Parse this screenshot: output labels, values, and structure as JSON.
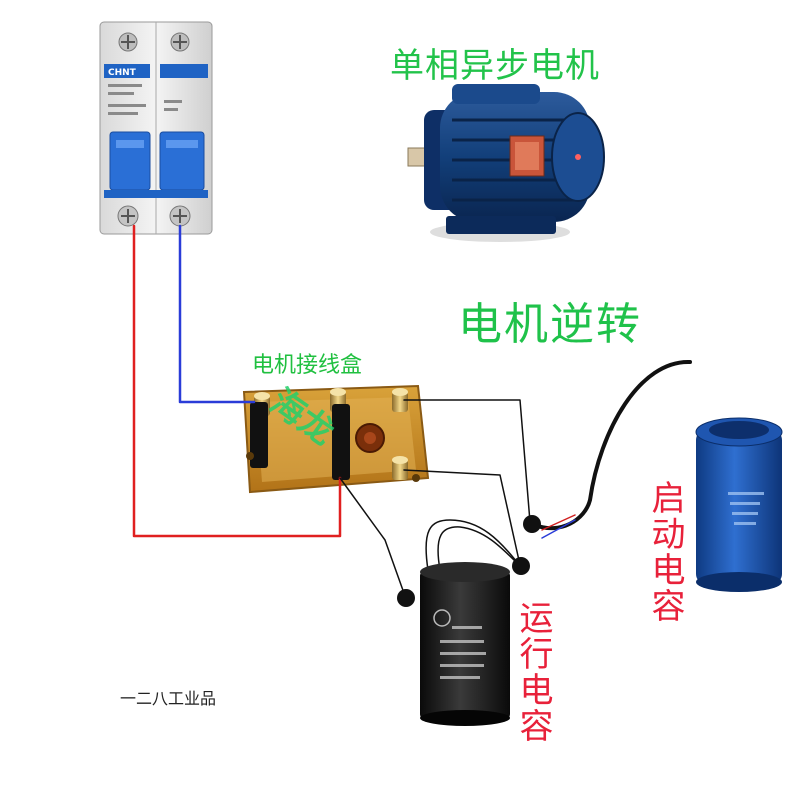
{
  "title_motor": "单相异步电机",
  "title_reverse": "电机逆转",
  "junction_box_label": "电机接线盒",
  "start_capacitor_label": "启动电容",
  "run_capacitor_label": "运行电容",
  "footer_text": "一二八工业品",
  "watermark_text": "海龙",
  "breaker_brand": "CHNT",
  "colors": {
    "live_wire": "#e02020",
    "neutral_wire": "#2a3cd8",
    "control_wire": "#111111",
    "label_green": "#22c34a",
    "label_red": "#e8213a"
  }
}
